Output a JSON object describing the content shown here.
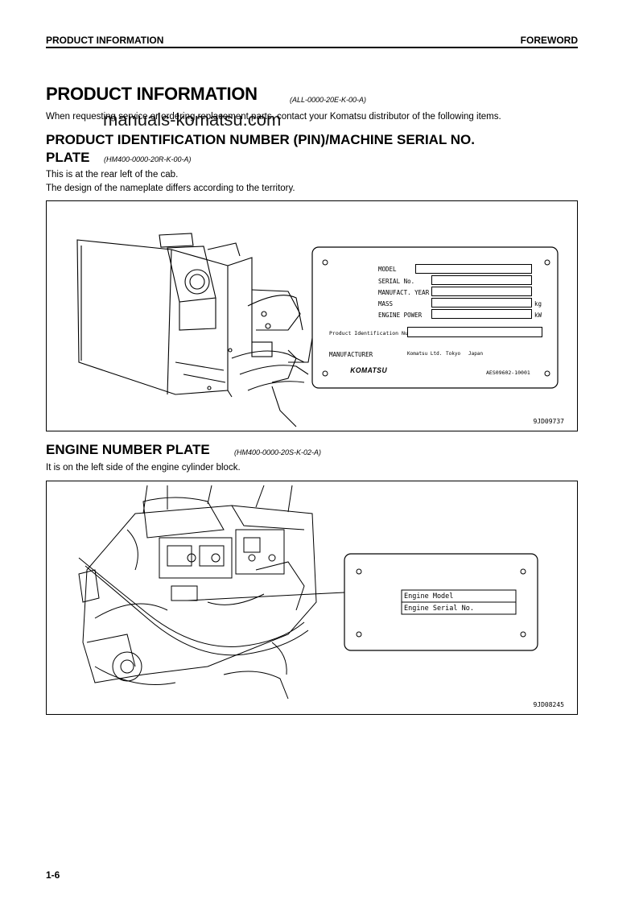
{
  "header": {
    "left": "PRODUCT INFORMATION",
    "right": "FOREWORD"
  },
  "section": {
    "title": "PRODUCT INFORMATION",
    "code": "(ALL-0000-20E-K-00-A)",
    "intro": "When requesting service or ordering replacement parts, contact your Komatsu distributor of the following items.",
    "watermark": "manuals-komatsu.com"
  },
  "pin": {
    "title_line1": "PRODUCT IDENTIFICATION NUMBER (PIN)/MACHINE SERIAL NO.",
    "title_line2": "PLATE",
    "code": "(HM400-0000-20R-K-00-A)",
    "text1": "This is at the rear left of the cab.",
    "text2": "The design of the nameplate differs according to the territory.",
    "figure_id": "9JD09737",
    "plate": {
      "labels": [
        "MODEL",
        "SERIAL No.",
        "MANUFACT. YEAR",
        "MASS",
        "ENGINE POWER"
      ],
      "unit_mass": "kg",
      "unit_power": "kW",
      "pin_label": "Product Identification Number",
      "manufacturer_label": "MANUFACTURER",
      "manufacturer_name": "Komatsu Ltd.",
      "city": "Tokyo",
      "country": "Japan",
      "logo": "KOMATSU",
      "part_no": "AES09602-10001"
    }
  },
  "engine": {
    "title": "ENGINE NUMBER PLATE",
    "code": "(HM400-0000-20S-K-02-A)",
    "text": "It is on the left side of the engine cylinder block.",
    "figure_id": "9JD08245",
    "plate": {
      "model_label": "Engine Model",
      "serial_label": "Engine Serial No."
    }
  },
  "footer": {
    "page": "1-6"
  }
}
